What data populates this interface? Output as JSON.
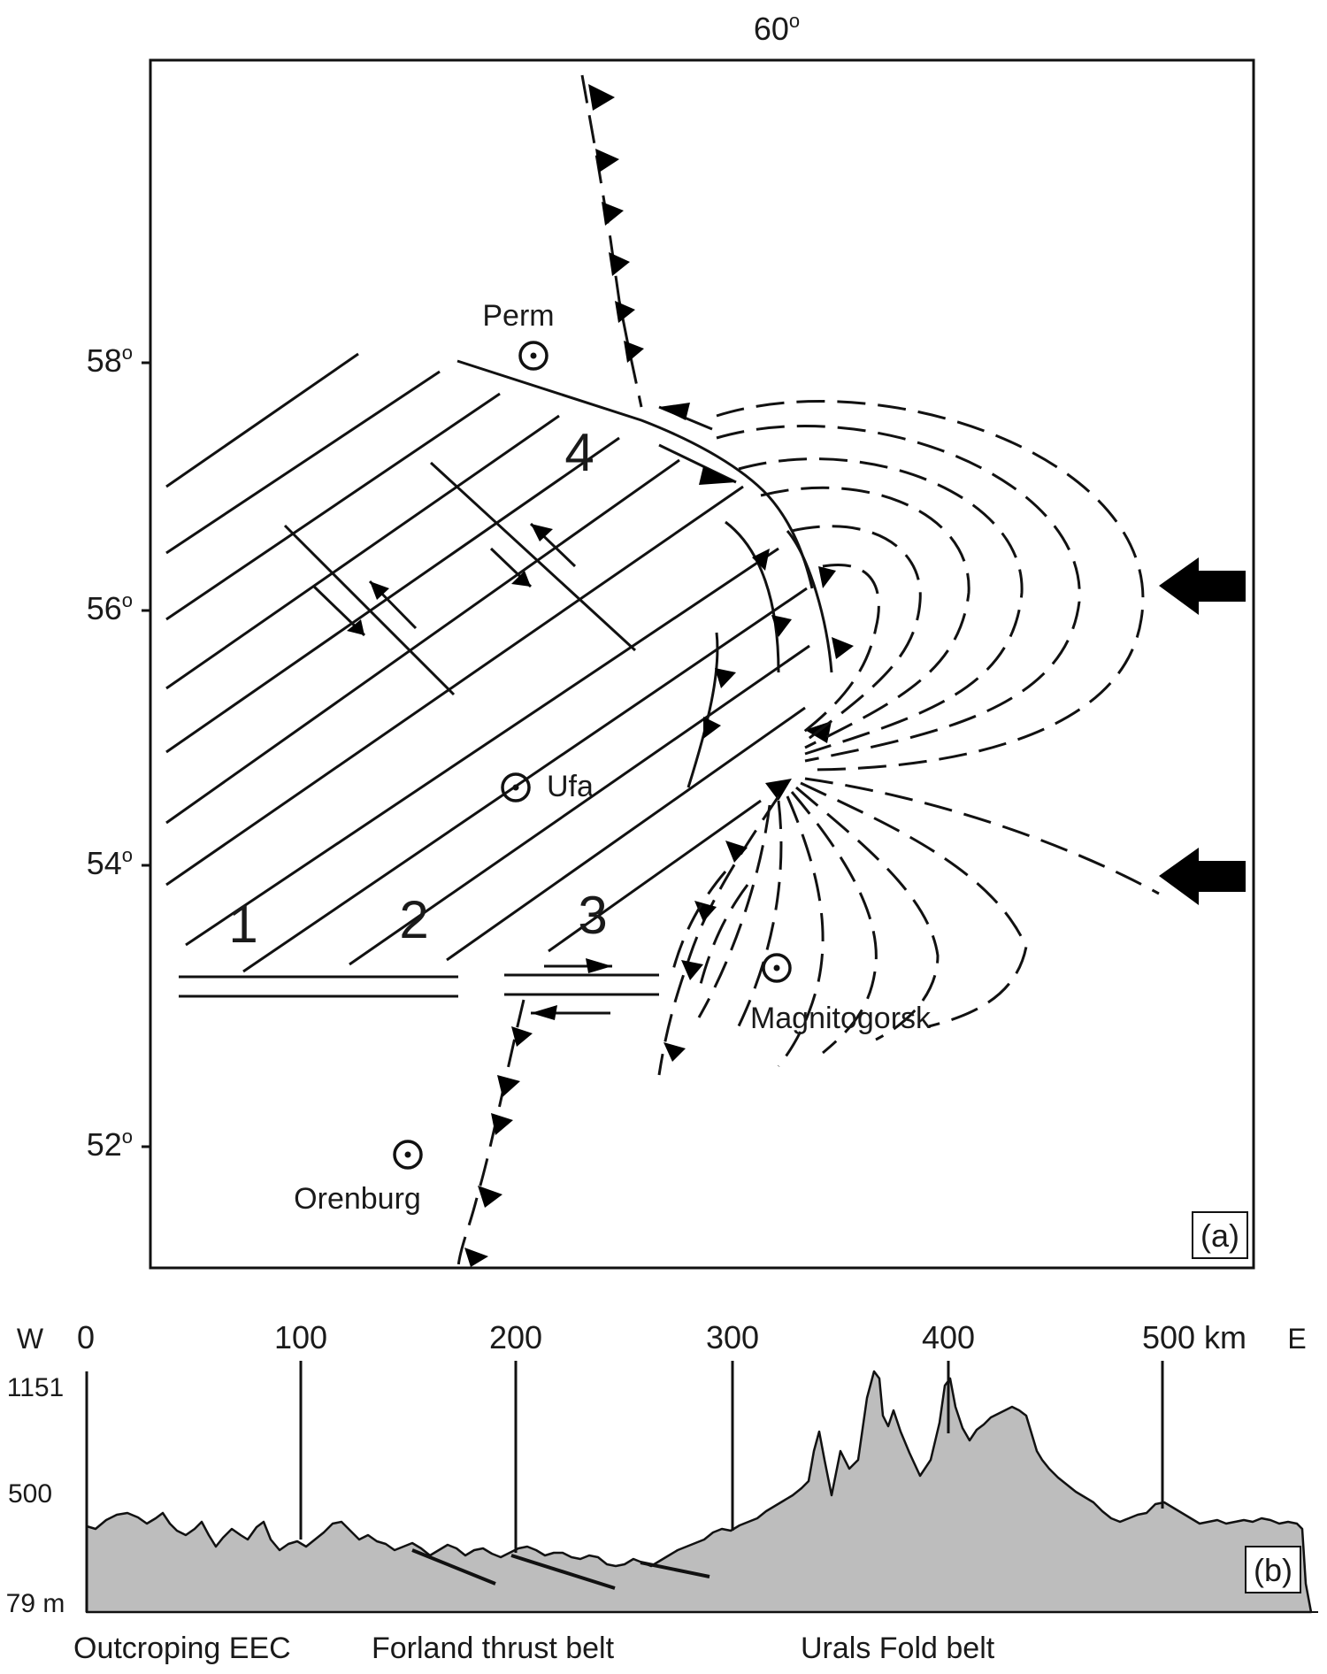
{
  "map": {
    "longitude_label": "60",
    "latitude_labels": [
      "58",
      "56",
      "54",
      "52"
    ],
    "degree_mark": "o",
    "cities": {
      "perm": "Perm",
      "ufa": "Ufa",
      "magnitogorsk": "Magnitogorsk",
      "orenburg": "Orenburg"
    },
    "zones": [
      "1",
      "2",
      "3",
      "4"
    ],
    "panel_label": "(a)"
  },
  "profile": {
    "west": "W",
    "east": "E",
    "distance_ticks": [
      "0",
      "100",
      "200",
      "300",
      "400",
      "500 km"
    ],
    "elevation_ticks": [
      "1151",
      "500",
      "79 m"
    ],
    "regions": {
      "eec": "Outcroping EEC",
      "forland": "Forland thrust belt",
      "urals": "Urals Fold belt"
    },
    "panel_label": "(b)",
    "fill_color": "#bdbdbd"
  }
}
